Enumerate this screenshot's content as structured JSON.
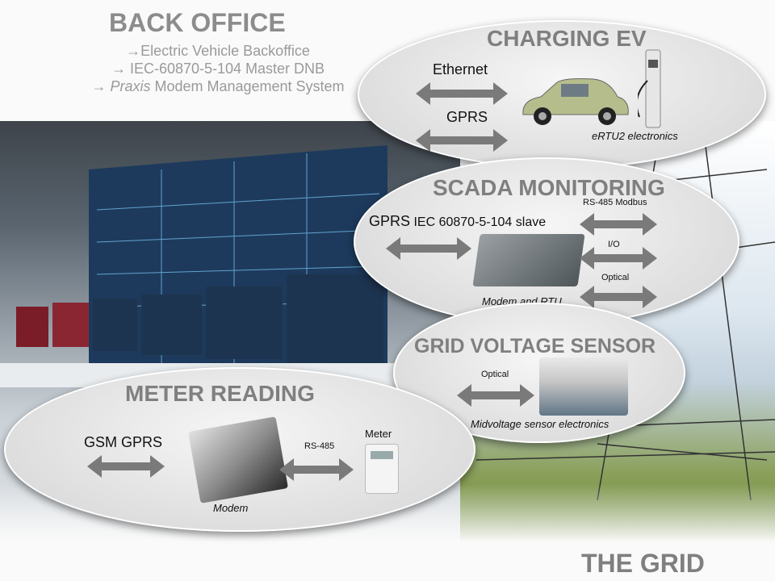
{
  "back_office": {
    "title": "BACK OFFICE",
    "items": [
      {
        "arrow": "→",
        "text": "Electric Vehicle  Backoffice"
      },
      {
        "arrow": "→",
        "text": " IEC-60870-5-104 Master DNB"
      },
      {
        "arrow": "→",
        "prefix": " Praxis",
        "text": " Modem Management System"
      }
    ]
  },
  "charging_ev": {
    "title": "CHARGING EV",
    "links": [
      "Ethernet",
      "GPRS"
    ],
    "caption": "eRTU2 electronics"
  },
  "scada": {
    "title": "SCADA MONITORING",
    "link_main": "GPRS",
    "link_protocol": " IEC 60870-5-104 slave",
    "side_links": [
      "RS-485 Modbus",
      "I/O",
      "Optical"
    ],
    "caption": "Modem and RTU"
  },
  "grid_sensor": {
    "title": "GRID VOLTAGE SENSOR",
    "link": "Optical",
    "caption": "Midvoltage sensor electronics"
  },
  "meter_reading": {
    "title": "METER READING",
    "link": "GSM GPRS",
    "rs485": "RS-485",
    "meter_label": "Meter",
    "caption": "Modem"
  },
  "grid": {
    "title": "THE GRID"
  },
  "colors": {
    "arrow": "#7a7a7a",
    "header": "#7f7f7f"
  }
}
